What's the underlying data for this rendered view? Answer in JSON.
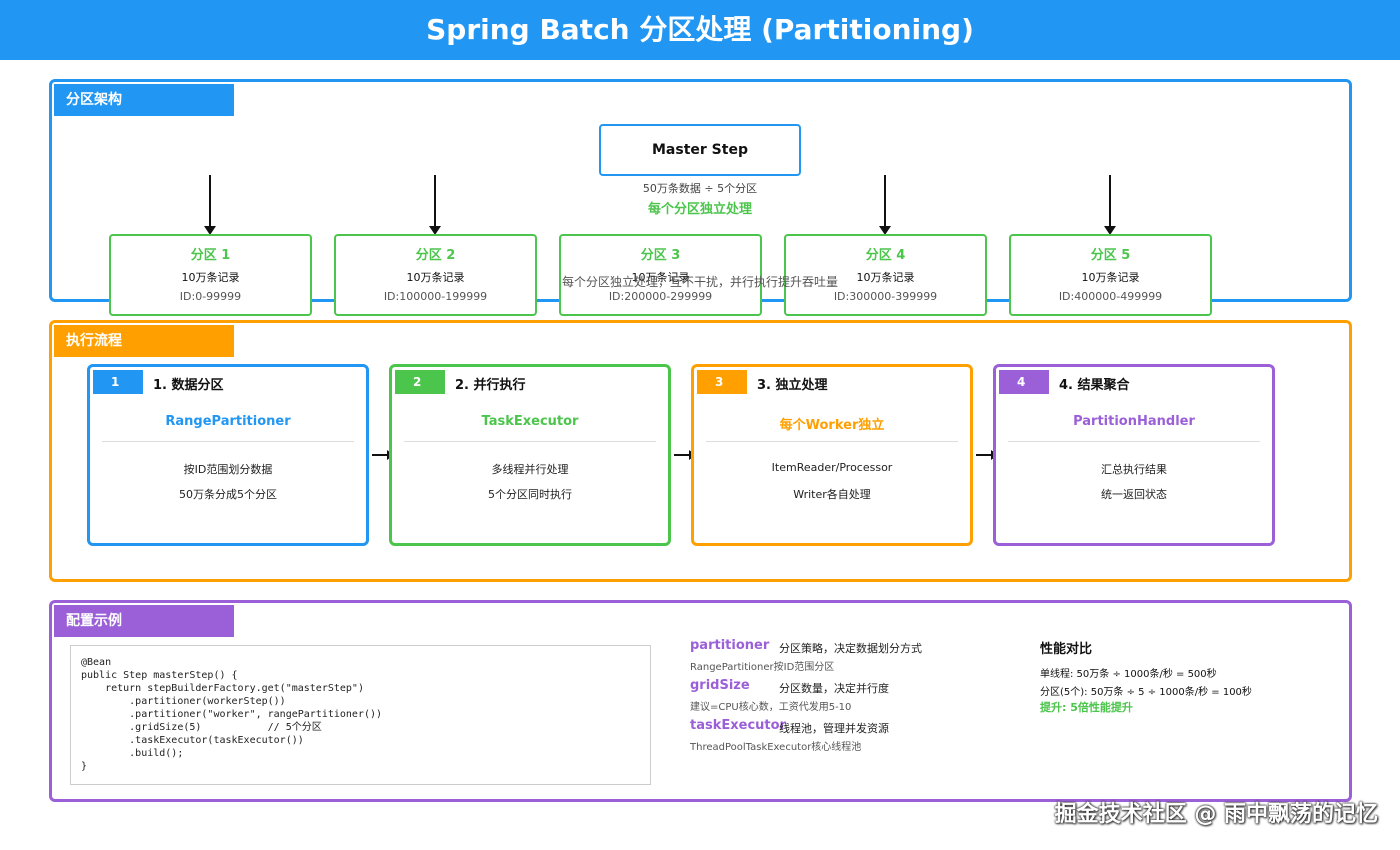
{
  "header": {
    "title": "Spring Batch 分区处理 (Partitioning)"
  },
  "architecture": {
    "tag": "分区架构",
    "master": "Master Step",
    "split_note": "50万条数据 ÷ 5个分区",
    "independent_note": "每个分区独立处理",
    "overlay_note": "每个分区独立处理，互不干扰，并行执行提升吞吐量",
    "partitions": [
      {
        "title": "分区 1",
        "count": "10万条记录",
        "range": "ID:0-99999"
      },
      {
        "title": "分区 2",
        "count": "10万条记录",
        "range": "ID:100000-199999"
      },
      {
        "title": "分区 3",
        "count": "10万条记录",
        "range": "ID:200000-299999"
      },
      {
        "title": "分区 4",
        "count": "10万条记录",
        "range": "ID:300000-399999"
      },
      {
        "title": "分区 5",
        "count": "10万条记录",
        "range": "ID:400000-499999"
      }
    ]
  },
  "flow": {
    "tag": "执行流程",
    "steps": [
      {
        "num": "1",
        "title": "1. 数据分区",
        "component": "RangePartitioner",
        "line1": "按ID范围划分数据",
        "line2": "50万条分成5个分区"
      },
      {
        "num": "2",
        "title": "2. 并行执行",
        "component": "TaskExecutor",
        "line1": "多线程并行处理",
        "line2": "5个分区同时执行"
      },
      {
        "num": "3",
        "title": "3. 独立处理",
        "component": "每个Worker独立",
        "line1": "ItemReader/Processor",
        "line2": "Writer各自处理"
      },
      {
        "num": "4",
        "title": "4. 结果聚合",
        "component": "PartitionHandler",
        "line1": "汇总执行结果",
        "line2": "统一返回状态"
      }
    ]
  },
  "config": {
    "tag": "配置示例",
    "code": "@Bean\npublic Step masterStep() {\n    return stepBuilderFactory.get(\"masterStep\")\n        .partitioner(workerStep())\n        .partitioner(\"worker\", rangePartitioner())\n        .gridSize(5)           // 5个分区\n        .taskExecutor(taskExecutor())\n        .build();\n}",
    "params": [
      {
        "name": "partitioner",
        "desc": "分区策略，决定数据划分方式",
        "note": "RangePartitioner按ID范围分区"
      },
      {
        "name": "gridSize",
        "desc": "分区数量，决定并行度",
        "note": "建议=CPU核心数，工资代发用5-10"
      },
      {
        "name": "taskExecutor",
        "desc": "线程池，管理并发资源",
        "note": "ThreadPoolTaskExecutor核心线程池"
      }
    ],
    "perf": {
      "title": "性能对比",
      "single": "单线程: 50万条 ÷ 1000条/秒 = 500秒",
      "partitioned": "分区(5个): 50万条 ÷ 5 ÷ 1000条/秒 = 100秒",
      "gain": "提升: 5倍性能提升"
    }
  },
  "watermark": "掘金技术社区 @ 雨中飘荡的记忆",
  "colors": {
    "blue": "#2196f3",
    "green": "#4cc54c",
    "orange": "#ffa000",
    "purple": "#9b5fd8"
  }
}
